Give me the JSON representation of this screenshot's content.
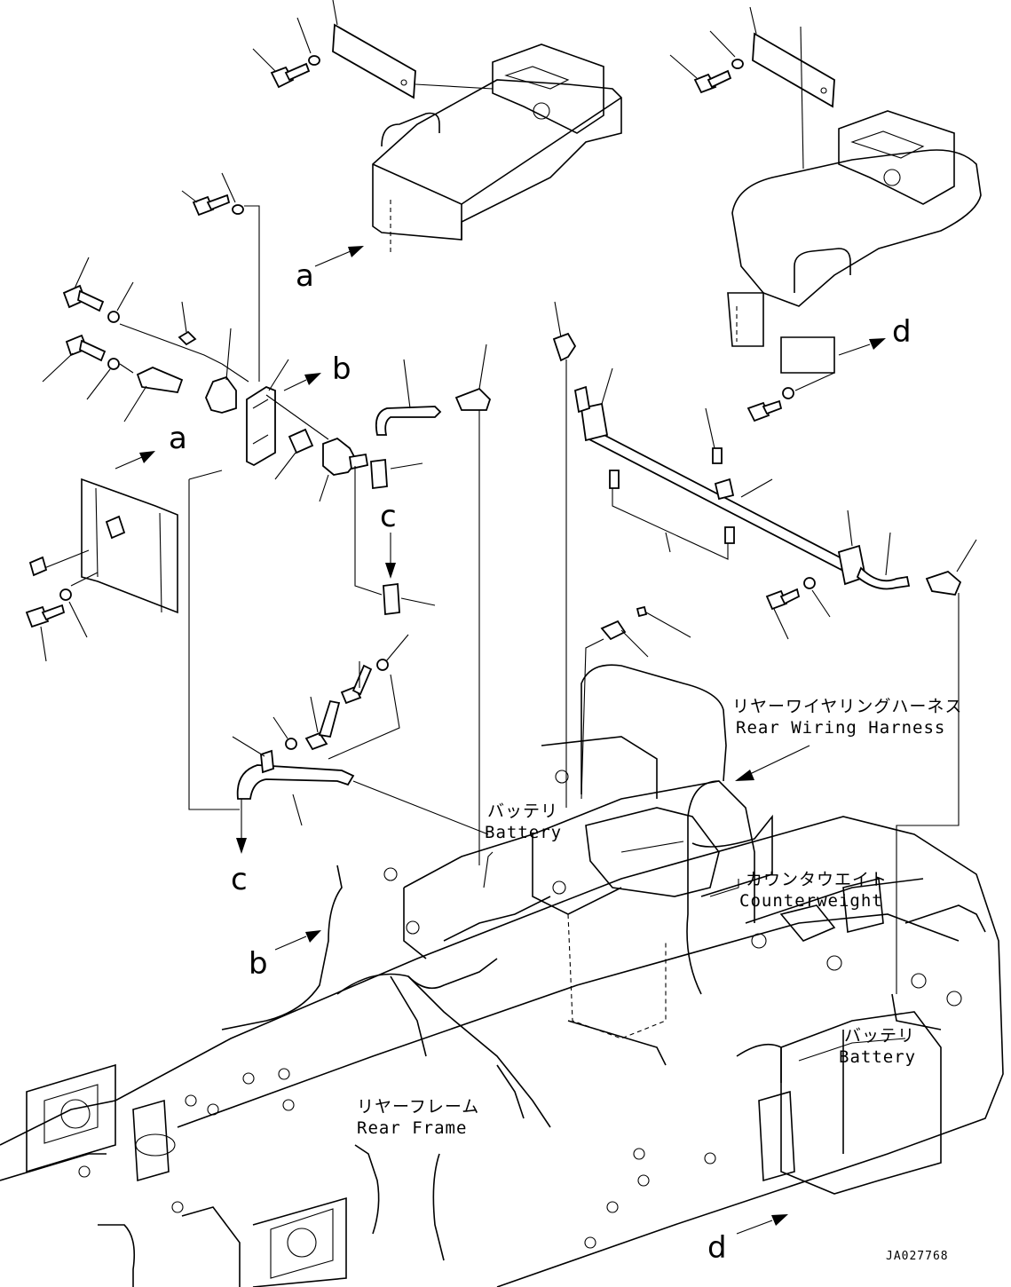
{
  "diagram": {
    "refs": {
      "a_top": "a",
      "a_mid": "a",
      "b_top": "b",
      "b_bottom": "b",
      "c_top": "c",
      "c_bottom": "c",
      "d_top": "d",
      "d_bottom": "d"
    },
    "labels": {
      "rear_harness_jp": "リヤーワイヤリングハーネス",
      "rear_harness_en": "Rear Wiring Harness",
      "battery_jp_1": "バッテリ",
      "battery_en_1": "Battery",
      "counterweight_jp": "カウンタウエイト",
      "counterweight_en": "Counterweight",
      "battery_jp_2": "バッテリ",
      "battery_en_2": "Battery",
      "rear_frame_jp": "リヤーフレーム",
      "rear_frame_en": "Rear Frame"
    },
    "drawing_code": "JA027768"
  }
}
